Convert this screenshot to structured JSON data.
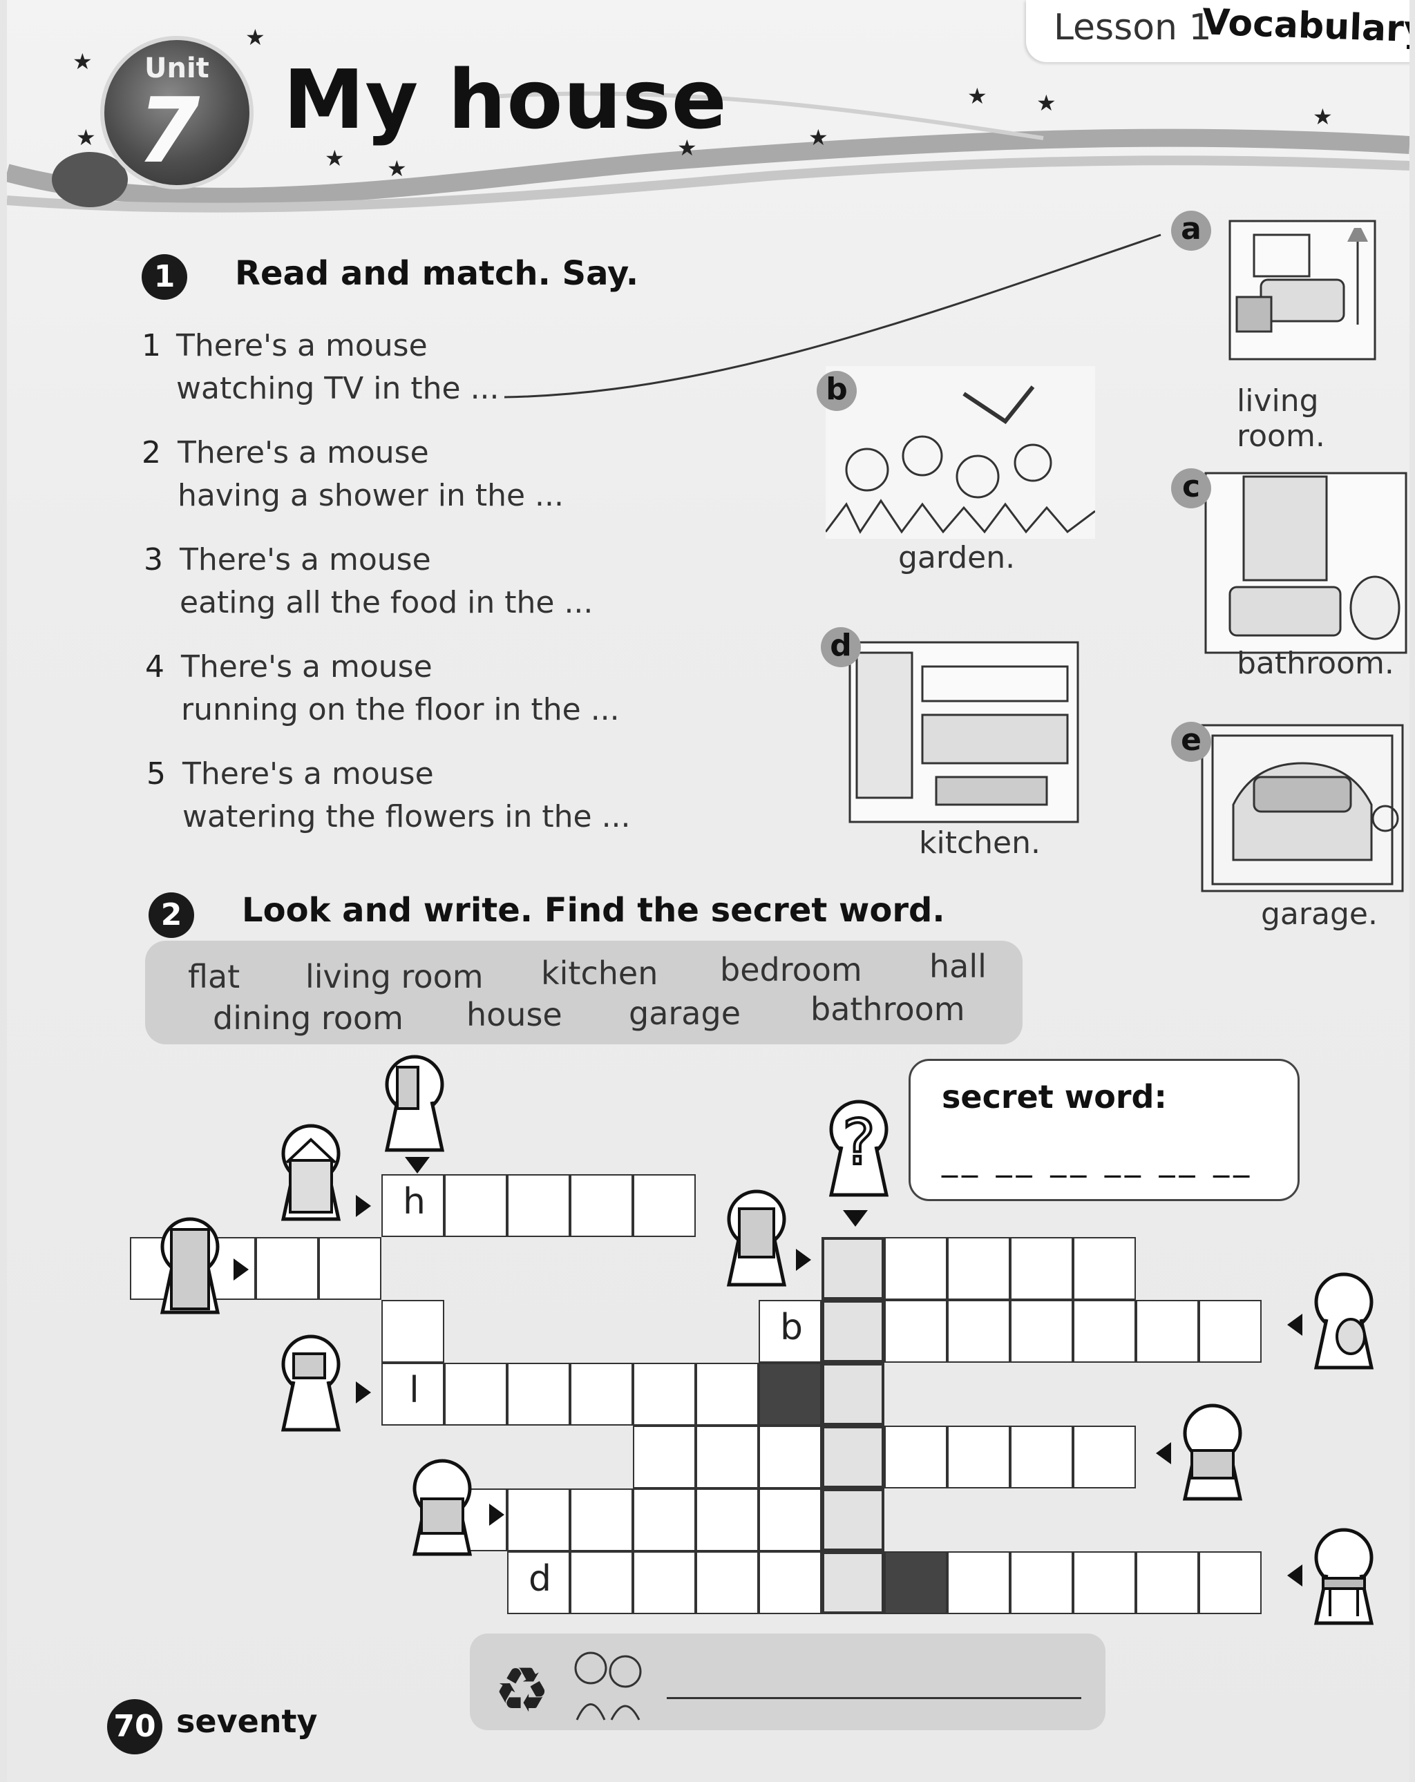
{
  "header": {
    "lesson": "Lesson 1",
    "section": "Vocabulary",
    "unit_label": "Unit",
    "unit_number": "7",
    "title": "My house"
  },
  "exercise1": {
    "number": "1",
    "instruction": "Read and match. Say.",
    "items": [
      {
        "num": "1",
        "line1": "There's a mouse",
        "line2": "watching TV in the ..."
      },
      {
        "num": "2",
        "line1": "There's a mouse",
        "line2": "having a shower in the ..."
      },
      {
        "num": "3",
        "line1": "There's a mouse",
        "line2": "eating all the food in the ..."
      },
      {
        "num": "4",
        "line1": "There's a mouse",
        "line2": "running on the floor in the ..."
      },
      {
        "num": "5",
        "line1": "There's a mouse",
        "line2": "watering the flowers in the ..."
      }
    ],
    "pictures": [
      {
        "letter": "a",
        "label": "living room."
      },
      {
        "letter": "b",
        "label": "garden."
      },
      {
        "letter": "c",
        "label": "bathroom."
      },
      {
        "letter": "d",
        "label": "kitchen."
      },
      {
        "letter": "e",
        "label": "garage."
      }
    ]
  },
  "exercise2": {
    "number": "2",
    "instruction": "Look and write. Find the secret word.",
    "word_bank": [
      "flat",
      "living room",
      "kitchen",
      "bedroom",
      "hall",
      "dining room",
      "house",
      "garage",
      "bathroom"
    ],
    "secret_label": "secret word:",
    "secret_blanks": "__ __ __ __ __ __",
    "secret_clue_icon": "question-mark-keyhole-icon",
    "given_letters": {
      "h": "h",
      "b": "b",
      "l": "l",
      "d": "d"
    }
  },
  "footer": {
    "page_number": "70",
    "page_word": "seventy",
    "recycle_icon": "recycle-icon"
  }
}
